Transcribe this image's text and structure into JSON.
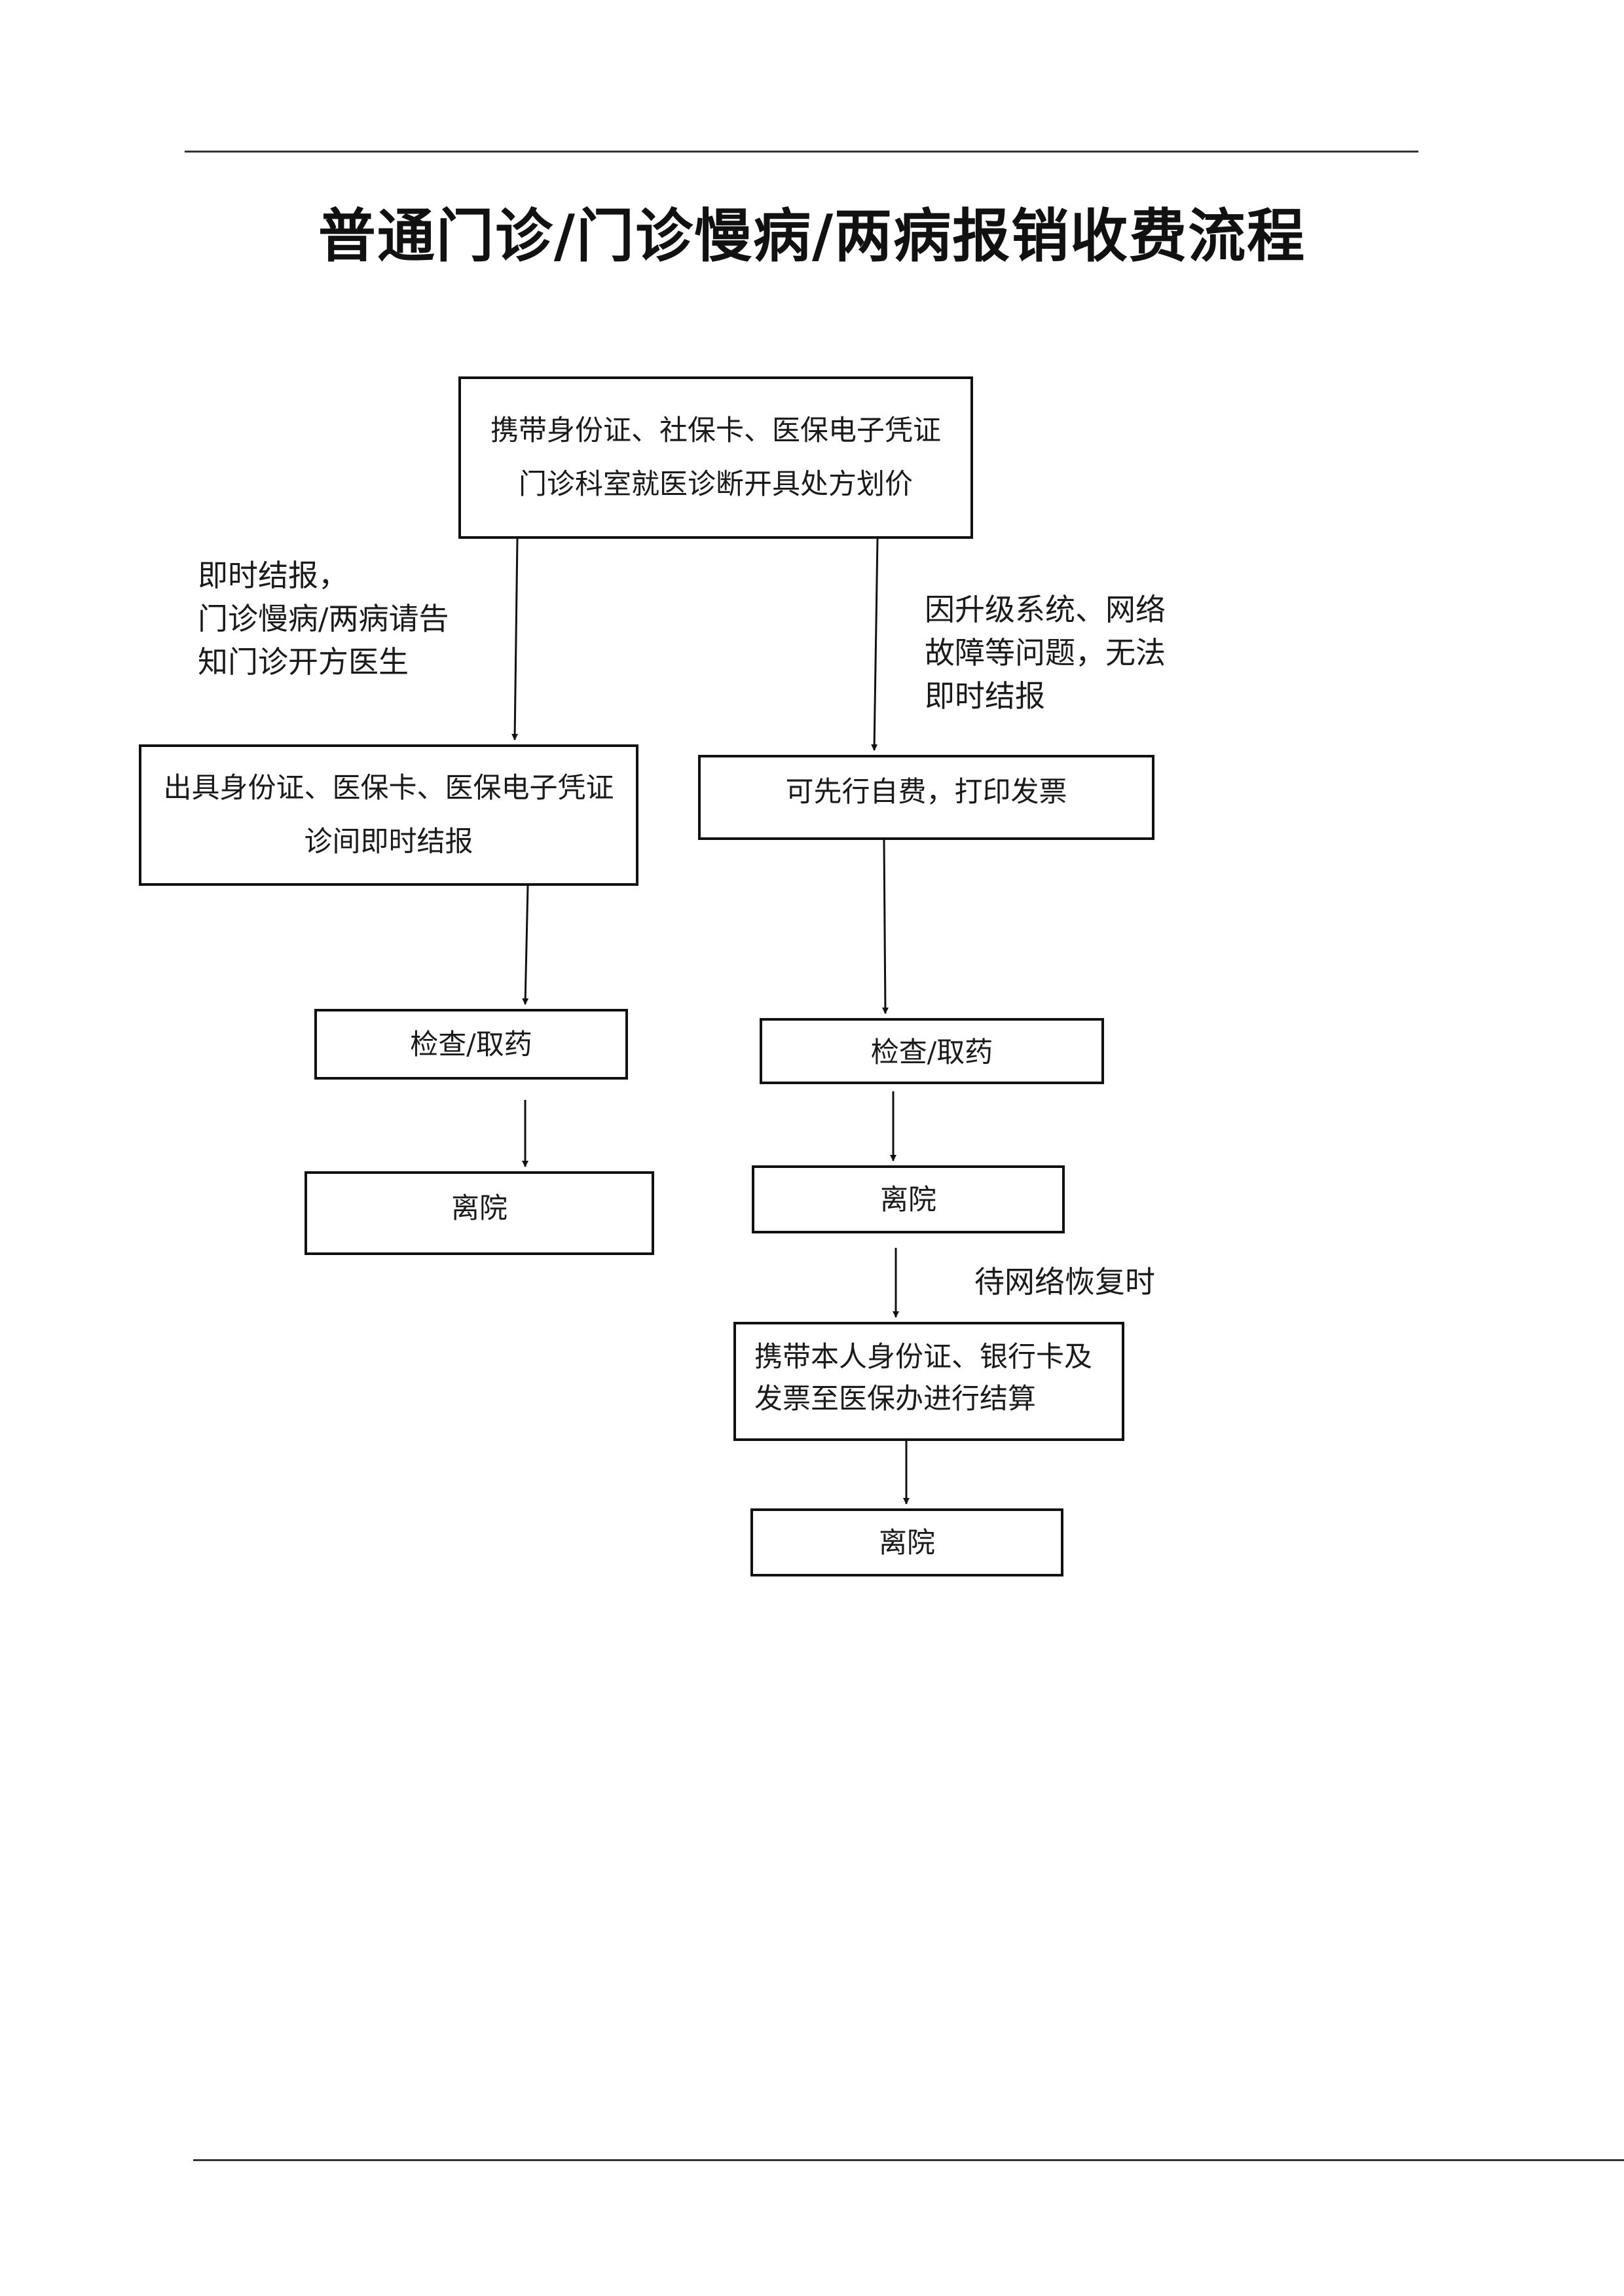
{
  "title": "普通门诊/门诊慢病/两病报销收费流程",
  "boxes": {
    "start": [
      "携带身份证、社保卡、医保电子凭证",
      "门诊科室就医诊断开具处方划价"
    ],
    "left_settle": [
      "出具身份证、医保卡、医保电子凭证",
      "诊间即时结报"
    ],
    "left_check": "检查/取药",
    "left_leave": "离院",
    "right_self_pay": "可先行自费，打印发票",
    "right_check": "检查/取药",
    "right_leave": "离院",
    "right_reimburse": [
      "携带本人身份证、银行卡及",
      "发票至医保办进行结算"
    ],
    "right_final_leave": "离院"
  },
  "notes": {
    "left": [
      "即时结报，",
      "门诊慢病/两病请告",
      "知门诊开方医生"
    ],
    "right": [
      "因升级系统、网络",
      "故障等问题，无法",
      "即时结报"
    ],
    "network": "待网络恢复时"
  }
}
